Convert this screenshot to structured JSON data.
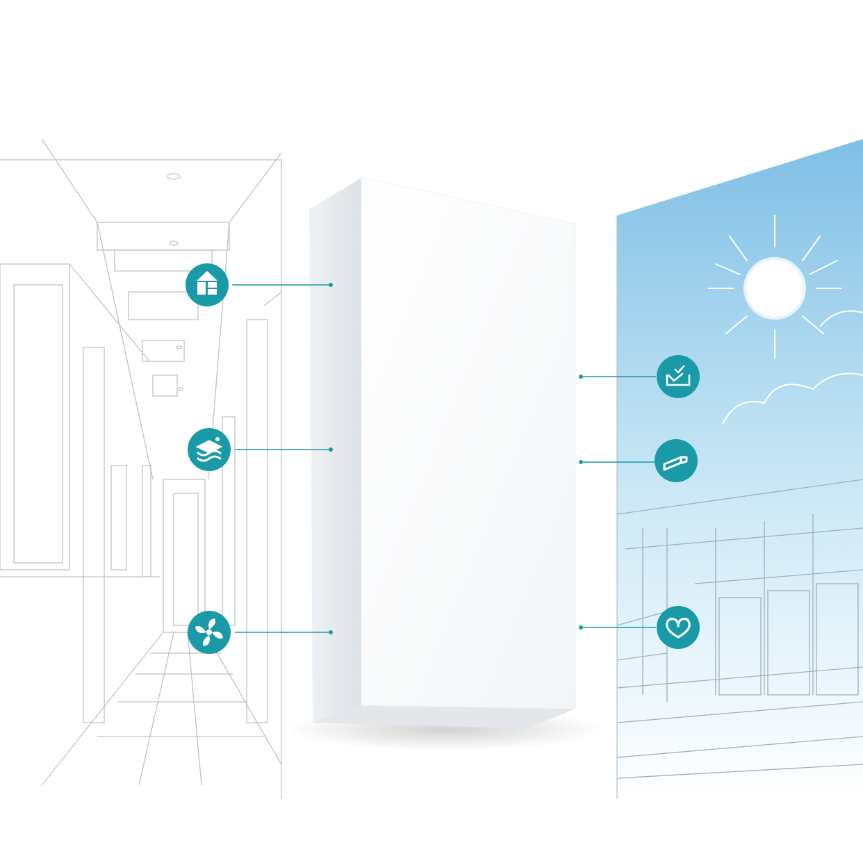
{
  "colors": {
    "accent": "#1a9aa6",
    "accent_dark": "#147f89",
    "sketch_line": "#b9c2cc",
    "sky_top": "#7fbfe6",
    "sky_bottom": "#e9f6fb",
    "panel": "#ffffff"
  },
  "features_left": [
    {
      "icon": "house-icon"
    },
    {
      "icon": "layers-icon"
    },
    {
      "icon": "fan-icon"
    }
  ],
  "features_right": [
    {
      "icon": "tray-check-icon"
    },
    {
      "icon": "pipe-icon"
    },
    {
      "icon": "heart-icon"
    }
  ],
  "scene": {
    "left": "hallway-sketch",
    "center": "wall-panel",
    "right": "sky-with-sun-and-building-sketch"
  }
}
